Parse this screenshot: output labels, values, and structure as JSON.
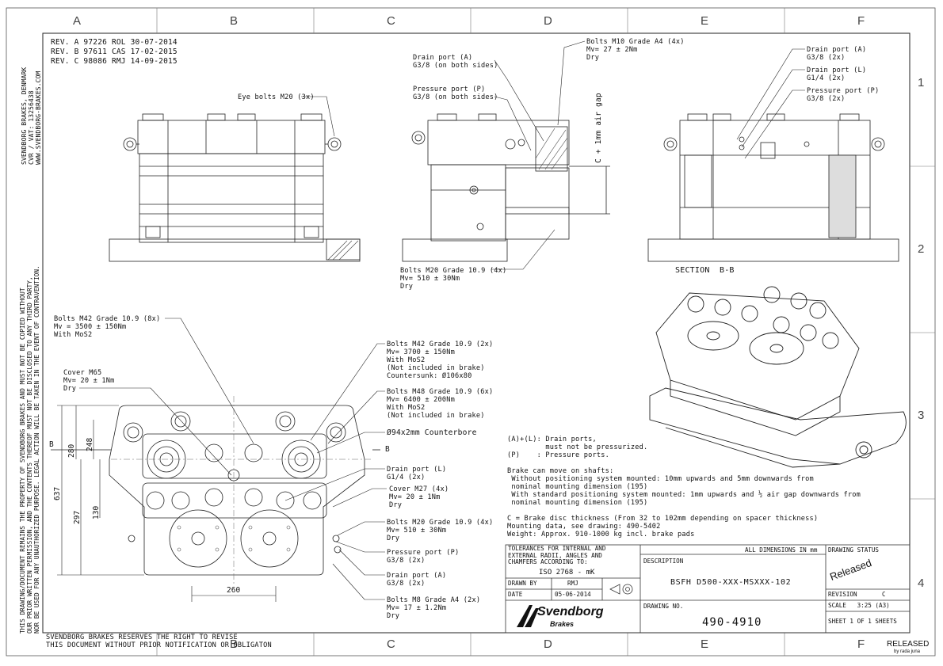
{
  "columns": [
    "A",
    "B",
    "C",
    "D",
    "E",
    "F"
  ],
  "rows": [
    "1",
    "2",
    "3",
    "4"
  ],
  "revisions": [
    "REV. A 97226 ROL 30-07-2014",
    "REV. B 97611 CAS 17-02-2015",
    "REV. C 98086 RMJ 14-09-2015"
  ],
  "company_side": [
    "SVENDBORG BRAKES, DENMARK",
    "CVR / VAT: 13256438",
    "WWW.SVENDBORG-BRAKES.COM"
  ],
  "copyright_side": [
    "THIS DRAWING/DOCUMENT REMAINS THE PROPERTY OF SVENDBORG BRAKES AND MUST NOT BE COPIED WITHOUT",
    "OUR PRIOR WRITTEN PERMISSION, AND THE CONTENTS THEREOF MUST NOT BE DISCLOSED TO ANY THIRD PARTY,",
    "NOR BE USED FOR ANY UNAUTHORIZED PURPOSE. LEGAL ACTION WILL BE TAKEN IN THE EVENT OF CONTRAVENTION."
  ],
  "footer_note": [
    "SVENDBORG BRAKES RESERVES THE RIGHT TO REVISE",
    "THIS DOCUMENT WITHOUT PRIOR NOTIFICATION OR OBLIGATON"
  ],
  "callouts": {
    "eye_bolts": "Eye bolts M20 (3x)",
    "drain_a_side": "Drain port (A)\nG3/8 (on both sides)",
    "pressure_p_side": "Pressure port (P)\nG3/8 (on both sides)",
    "bolts_m10": "Bolts M10 Grade A4 (4x)\nMv= 27 ± 2Nm\nDry",
    "air_gap": "C + 1mm air gap",
    "drain_a_right": "Drain port (A)\nG3/8 (2x)",
    "drain_l_right": "Drain port (L)\nG1/4 (2x)",
    "pressure_p_right": "Pressure port (P)\nG3/8 (2x)",
    "section": "SECTION  B-B",
    "bolts_m20_side": "Bolts M20 Grade 10.9 (4x)\nMv= 510 ± 30Nm\nDry",
    "bolts_m42_8x": "Bolts M42 Grade 10.9 (8x)\nMv = 3500 ± 150Nm\nWith MoS2",
    "cover_m65": "Cover M65\nMv= 20 ± 1Nm\nDry",
    "bolts_m42_2x": "Bolts M42 Grade 10.9 (2x)\nMv= 3700 ± 150Nm\nWith MoS2\n(Not included in brake)\nCountersunk: Ø106x80",
    "bolts_m48": "Bolts M48 Grade 10.9 (6x)\nMv= 6400 ± 200Nm\nWith MoS2\n(Not included in brake)",
    "counterbore": "Ø94x2mm Counterbore",
    "drain_l_top": "Drain port (L)\nG1/4 (2x)",
    "cover_m27": "Cover M27 (4x)\nMv= 20 ± 1Nm\nDry",
    "bolts_m20_top": "Bolts M20 Grade 10.9 (4x)\nMv= 510 ± 30Nm\nDry",
    "pressure_p_top": "Pressure port (P)\nG3/8 (2x)",
    "drain_a_top": "Drain port (A)\nG3/8 (2x)",
    "bolts_m8": "Bolts M8 Grade A4 (2x)\nMv= 17 ± 1.2Nm\nDry"
  },
  "dims": {
    "d637": "637",
    "d297": "297",
    "d130": "130",
    "d280": "280",
    "d248": "248",
    "d260": "260",
    "b_left": "B",
    "b_right": "B"
  },
  "notes": [
    "(A)+(L): Drain ports,",
    "         must not be pressurized.",
    "(P)    : Pressure ports.",
    "",
    "Brake can move on shafts:",
    " Without positioning system mounted: 10mm upwards and 5mm downwards from",
    " nominal mounting dimension (195)",
    " With standard positioning system mounted: 1mm upwards and ½ air gap downwards from",
    " nominal mounting dimension (195)",
    "",
    "C = Brake disc thickness (From 32 to 102mm depending on spacer thickness)",
    "Mounting data, see drawing: 490-5402",
    "Weight: Approx. 910-1000 kg incl. brake pads"
  ],
  "title_block": {
    "tolerances": "TOLERANCES FOR INTERNAL AND\nEXTERNAL RADII, ANGLES AND\nCHAMFERS ACCORDING TO:",
    "iso": "ISO 2768 - mK",
    "all_dims": "ALL DIMENSIONS IN mm",
    "drawing_status_label": "DRAWING STATUS",
    "status": "Released",
    "description_label": "DESCRIPTION",
    "description": "BSFH D500-XXX-MSXXX-102",
    "drawn_by_label": "DRAWN BY",
    "drawn_by": "RMJ",
    "date_label": "DATE",
    "date": "05-06-2014",
    "revision_label": "REVISION",
    "revision": "C",
    "scale": "SCALE   3:25 (A3)",
    "drawing_no_label": "DRAWING NO.",
    "drawing_no": "490-4910",
    "sheet": "SHEET 1 OF 1 SHEETS",
    "logo_name": "Svendborg",
    "logo_sub": "Brakes"
  },
  "corner_stamp": {
    "text": "RELEASED",
    "sub": "by rada juna"
  }
}
